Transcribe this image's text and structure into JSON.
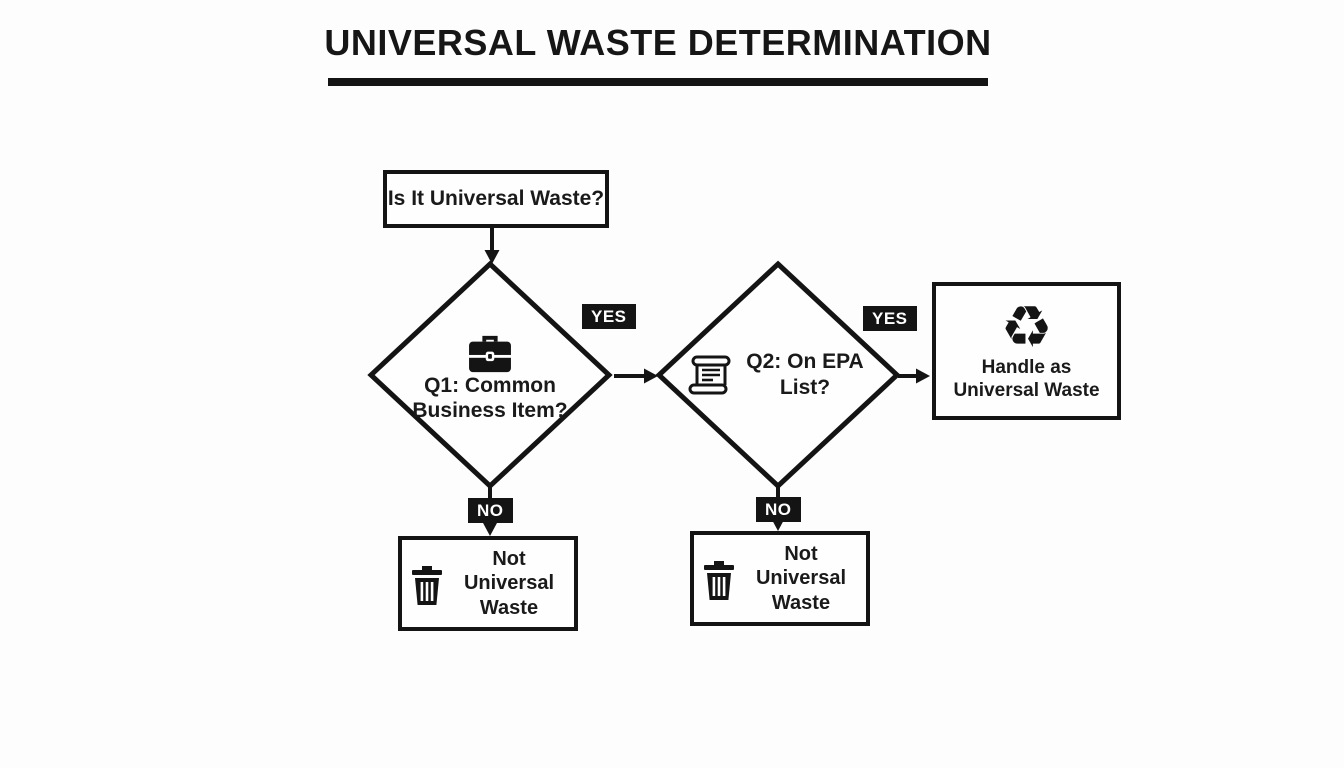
{
  "diagram": {
    "title": "UNIVERSAL WASTE DETERMINATION",
    "nodes": {
      "start": {
        "label": "Is It Universal Waste?"
      },
      "q1": {
        "label": "Q1: Common Business Item?",
        "icon": "briefcase-icon"
      },
      "q2": {
        "label": "Q2: On EPA List?",
        "icon": "scroll-icon"
      },
      "handle": {
        "label": "Handle as Universal Waste",
        "icon": "recycle-icon"
      },
      "not_q1": {
        "label": "Not Universal Waste",
        "icon": "trash-icon"
      },
      "not_q2": {
        "label": "Not Universal Waste",
        "icon": "trash-icon"
      }
    },
    "edge_labels": {
      "q1_yes": "YES",
      "q2_yes": "YES",
      "q1_no": "NO",
      "q2_no": "NO"
    },
    "icons": {
      "recycle_glyph": "♻"
    },
    "colors": {
      "ink": "#141414",
      "background": "#ffffff",
      "edge_label_bg": "#141414",
      "edge_label_text": "#ffffff"
    }
  }
}
